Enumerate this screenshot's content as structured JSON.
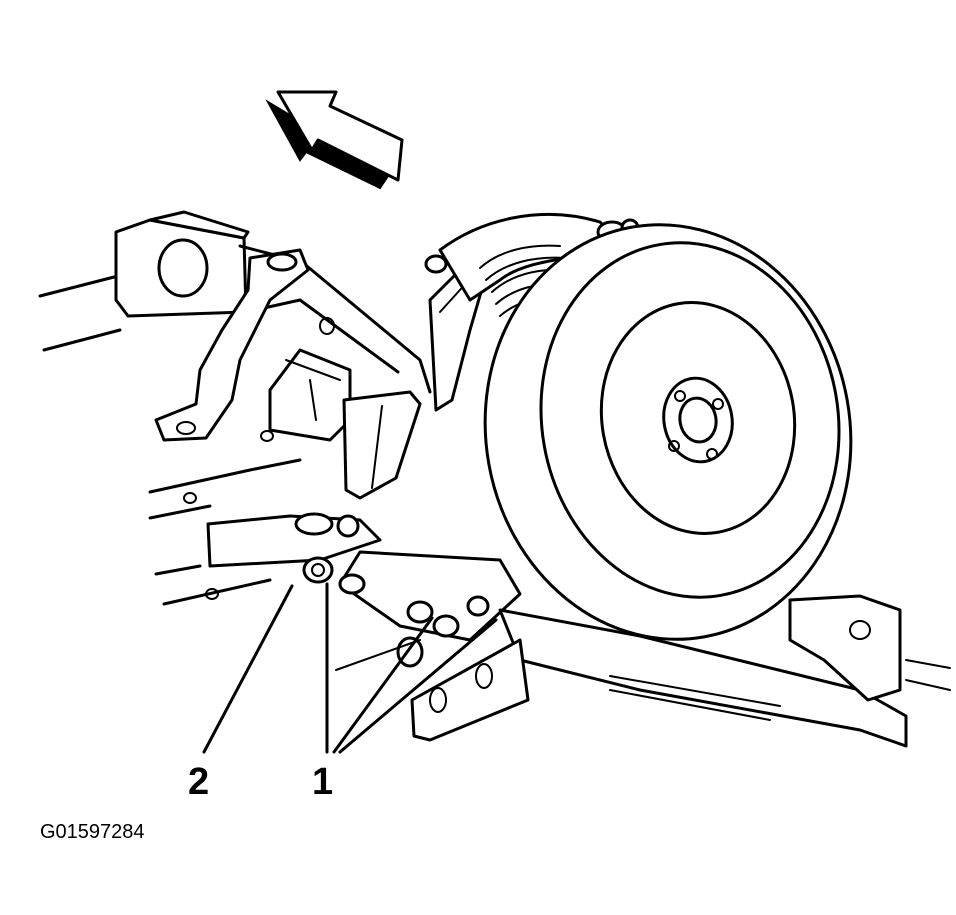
{
  "callouts": {
    "label_1": "1",
    "label_2": "2"
  },
  "figure_id": "G01597284",
  "icons": {
    "direction_arrow": "front-direction-arrow-icon"
  },
  "colors": {
    "line": "#000000",
    "background": "#ffffff"
  }
}
